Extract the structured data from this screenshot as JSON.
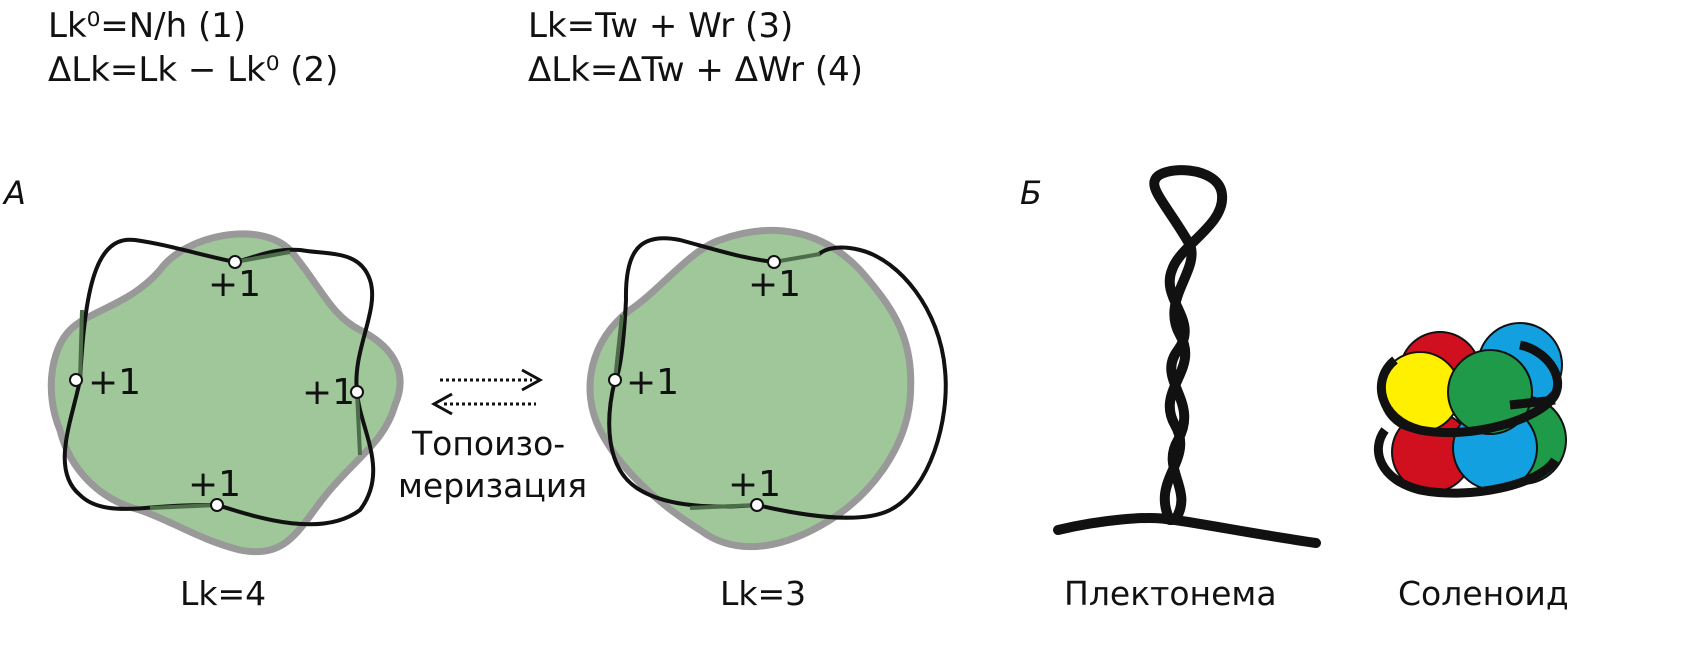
{
  "formulas": {
    "f1": "Lk⁰=N/h (1)",
    "f2": "ΔLk=Lk − Lk⁰ (2)",
    "f3": "Lk=Tw + Wr (3)",
    "f4": "ΔLk=ΔTw + ΔWr (4)"
  },
  "panels": {
    "a": "А",
    "b": "Б"
  },
  "crossing_label": "+1",
  "captions": {
    "lk4": "Lk=4",
    "lk3": "Lk=3",
    "plectoneme": "Плектонема",
    "solenoid": "Соленоид"
  },
  "transition": {
    "line1": "Топоизо-",
    "line2": "меризация"
  },
  "colors": {
    "disk_fill": "#9fc79a",
    "disk_stroke": "#999999",
    "dna": "#111111",
    "red": "#d0101e",
    "yellow": "#fff000",
    "blue": "#12a0e0",
    "green": "#1f9a48"
  }
}
